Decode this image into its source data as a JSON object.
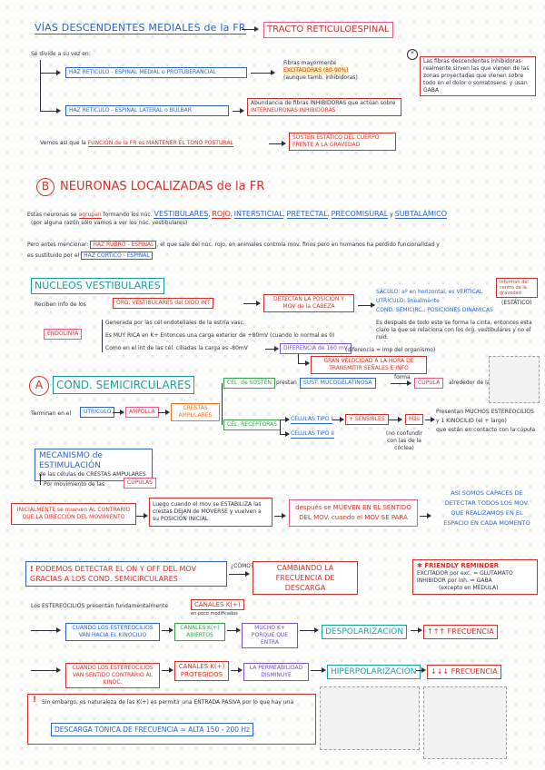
{
  "s1": {
    "title": "VÍAS DESCENDENTES MEDIALES de la FR",
    "title_box": "TRACTO RETICULOESPINAL",
    "divide": "Se divide a su vez en:",
    "haz_medial": "HAZ RETICULO - ESPINAL MEDIAL o PROTUBERANCIAL",
    "medial_note1": "Fibras mayormente",
    "medial_note2": "EXCITADORAS (80-90%)",
    "medial_note3": "(aunque tamb. inhibidoras)",
    "haz_lateral": "HAZ RETICULO - ESPINAL LATERAL o BULBAR",
    "lateral_note1": "Abundancia de fibras INHIBIDORAS que actúan sobre",
    "lateral_note2": "INTERNEURONAS INHIBIDORAS",
    "side_note": "Las fibras descendentes inhibidoras realmente sirven las que vienen de las zonas proyectadas que vienen sobre todo en el dolor o somatosens. y usan GABA",
    "vemos_1": "Vemos así que la",
    "vemos_fn": "FUNCIÓN de la FR es MANTENER EL TONO POSTURAL",
    "vemos_box": "SOSTÉN ESTÁTICO DEL CUERPO FRENTE A LA GRAVEDAD"
  },
  "s2": {
    "letter": "B",
    "title": "NEURONAS LOCALIZADAS de la FR",
    "line1_pre": "Estas neuronas se",
    "line1_verb": "agrupan",
    "line1_mid": "formando los núc.",
    "nuc1": "VESTIBULARES",
    "nuc2": "ROJO",
    "nuc3": "INTERSTICIAL",
    "nuc4": "PRETECTAL",
    "nuc5": "PRECOMISURAL",
    "nuc_y": "y",
    "nuc6": "SUBTALÁMICO",
    "line2": "(por alguna razón sólo vamos a ver los núc. vestibulares)",
    "pero1": "Pero antes mencionar:",
    "pero_haz": "HAZ RUBRO - ESPINAL",
    "pero2": "el que sale del núc. rojo, en animales controla mov. finos pero en humanos ha perdido funcionalidad y",
    "pero3": "es sustituido por el",
    "pero_haz2": "HAZ CÓRTICO - ESPINAL"
  },
  "s3": {
    "title": "NÚCLEOS VESTIBULARES",
    "reciben": "Reciben info de los",
    "org": "ÓRG. VESTIBULARES del OÍDO INT",
    "detectan": "DETECTAN LA POSICIÓN Y MOV de la CABEZA",
    "sacul": "SÁCULO: aº en horizontal, es VERTICAL",
    "utric": "UTRÍCULO: linealmente",
    "cond": "COND. SEMICIRC.: POSICIONES DINÁMICAS",
    "info_box": "Informan del centro de la gravedad",
    "estatico": "(ESTÁTICO)",
    "despues": "Es después de todo esto se forma la cinta, entonces esta claro la que se relaciona con los órg. vestibulares y no el ruid.",
    "endolinfa": "ENDOLINFA",
    "endo1": "Generada por las cél endoteliales de la estría vasc.",
    "endo2": "Es MUY RICA en K+ Entonces una carga exterior de +80mV (cuando lo normal es 0)",
    "endo3": "Como en el int de las cél. ciliadas la carga es -80mV",
    "dif": "DIFERENCIA de 160 mV",
    "dif_note": "(diferencia = imp del organismo)",
    "gran": "GRAN VELOCIDAD A LA HORA DE TRANSMITIR SEÑALES E INFO"
  },
  "s4": {
    "letter": "A",
    "title": "COND. SEMICIRCULARES",
    "terminan": "Terminan en el",
    "utriculo": "UTRÍCULO",
    "ampolla": "AMPOLLA",
    "crestas": "CRESTAS AMPULARES",
    "cel_sosten": "CÉL. de SOSTÉN",
    "prestan": "prestan",
    "sust": "SUST. MUCOGELATINOSA",
    "forma": "forma",
    "cupula": "CÚPULA",
    "cupula_note": "alrededor de la cresta ampular",
    "cel_receptoras": "CÉL. RECEPTORAS",
    "tipo1": "CÉLULAS TIPO I",
    "tipo2": "CÉLULAS TIPO II",
    "sensibles": "+ SENSIBLES",
    "mas": "Más",
    "presentan1": "Presentan MUCHOS ESTEREOCILIOS",
    "presentan2": "y 1 KINOCILIO (el + largo)",
    "presentan3": "que están en contacto con la cúpula",
    "confundir": "(no confundir con las de la cóclea)"
  },
  "s5": {
    "mec_title": "MECANISMO de ESTIMULACIÓN",
    "mec_sub": "de las células de CRESTAS AMPULARES",
    "por_mov": "Por movimiento de las",
    "cupulas": "CÚPULAS",
    "inicial": "INICIALMENTE se mueven AL CONTRARIO QUE LA DIRECCIÓN DEL MOVIMIENTO",
    "luego": "Luego cuando el mov se ESTABILIZA las crestas DEJAN de MOVERSE y vuelven a su POSICIÓN INICIAL",
    "despues": "después se MUEVEN EN EL SENTIDO DEL MOV. cuando el MOV SE PARA",
    "asi_somos": "ASÍ SOMOS CAPACES DE DETECTAR TODOS LOS MOV. QUE REALIZAMOS EN EL ESPACIO EN CADA MOMENTO"
  },
  "s6": {
    "podemos": "PODEMOS DETECTAR EL ON Y OFF DEL MOV GRACIAS A LOS COND. SEMICIRCULARES",
    "como": "¿CÓMO?",
    "cambiando": "CAMBIANDO LA FRECUENCIA DE DESCARGA",
    "reminder_title": "FRIENDLY REMINDER",
    "reminder1": "EXCITADOR por exc. = GLUTAMATO",
    "reminder2": "INHIBIDOR por inh. = GABA",
    "reminder3": "(excepto en MÉDULA)",
    "los_est": "Los ESTEREOCILIOS presentan fundamentalmente",
    "canales_k": "CANALES K(+)",
    "poco": "en poco modificados",
    "row1_a": "CUANDO LOS ESTEREOCILIOS VAN HACIA EL KINOCILIO",
    "row1_b": "CANALES K(+) ABIERTOS",
    "row1_c": "MUCHO K+ PORQUE QUE ENTRA",
    "row1_d": "DESPOLARIZACIÓN",
    "row1_e": "↑↑↑ FRECUENCIA",
    "row2_a": "CUANDO LOS ESTEREOCILIOS VAN SENTIDO CONTRARIO AL KINOC.",
    "row2_b": "CANALES K(+) PROTEGIDOS",
    "row2_c": "LA PERMEABILIDAD DISMINUYE",
    "row2_d": "HIPERPOLARIZACIÓN",
    "row2_e": "↓↓↓ FRECUENCIA",
    "sin_embargo": "Sin embargo, es naturaleza de las K(+) es permitir una ENTRADA PASIVA por lo que hay una",
    "descarga": "DESCARGA TÓNICA DE FRECUENCIA ≈ ALTA 150 - 200 Hz"
  }
}
